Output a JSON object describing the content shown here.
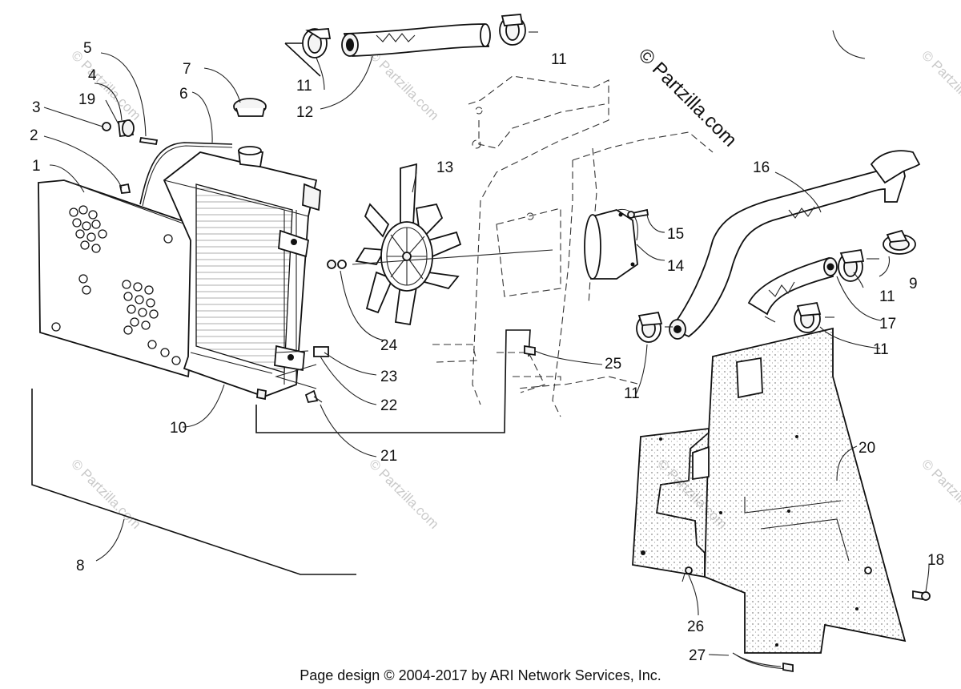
{
  "labels": {
    "p1": "1",
    "p2": "2",
    "p3": "3",
    "p4": "4",
    "p5": "5",
    "p6": "6",
    "p7": "7",
    "p8": "8",
    "p9": "9",
    "p10": "10",
    "p11": "11",
    "p12": "12",
    "p13": "13",
    "p14": "14",
    "p15": "15",
    "p16": "16",
    "p17": "17",
    "p18": "18",
    "p19": "19",
    "p20": "20",
    "p21": "21",
    "p22": "22",
    "p23": "23",
    "p24": "24",
    "p25": "25",
    "p26": "26",
    "p27": "27"
  },
  "watermark": {
    "main": "© Partzilla.com",
    "faint": "© Partzilla.com"
  },
  "footer": "Page design © 2004-2017 by ARI Network Services, Inc."
}
